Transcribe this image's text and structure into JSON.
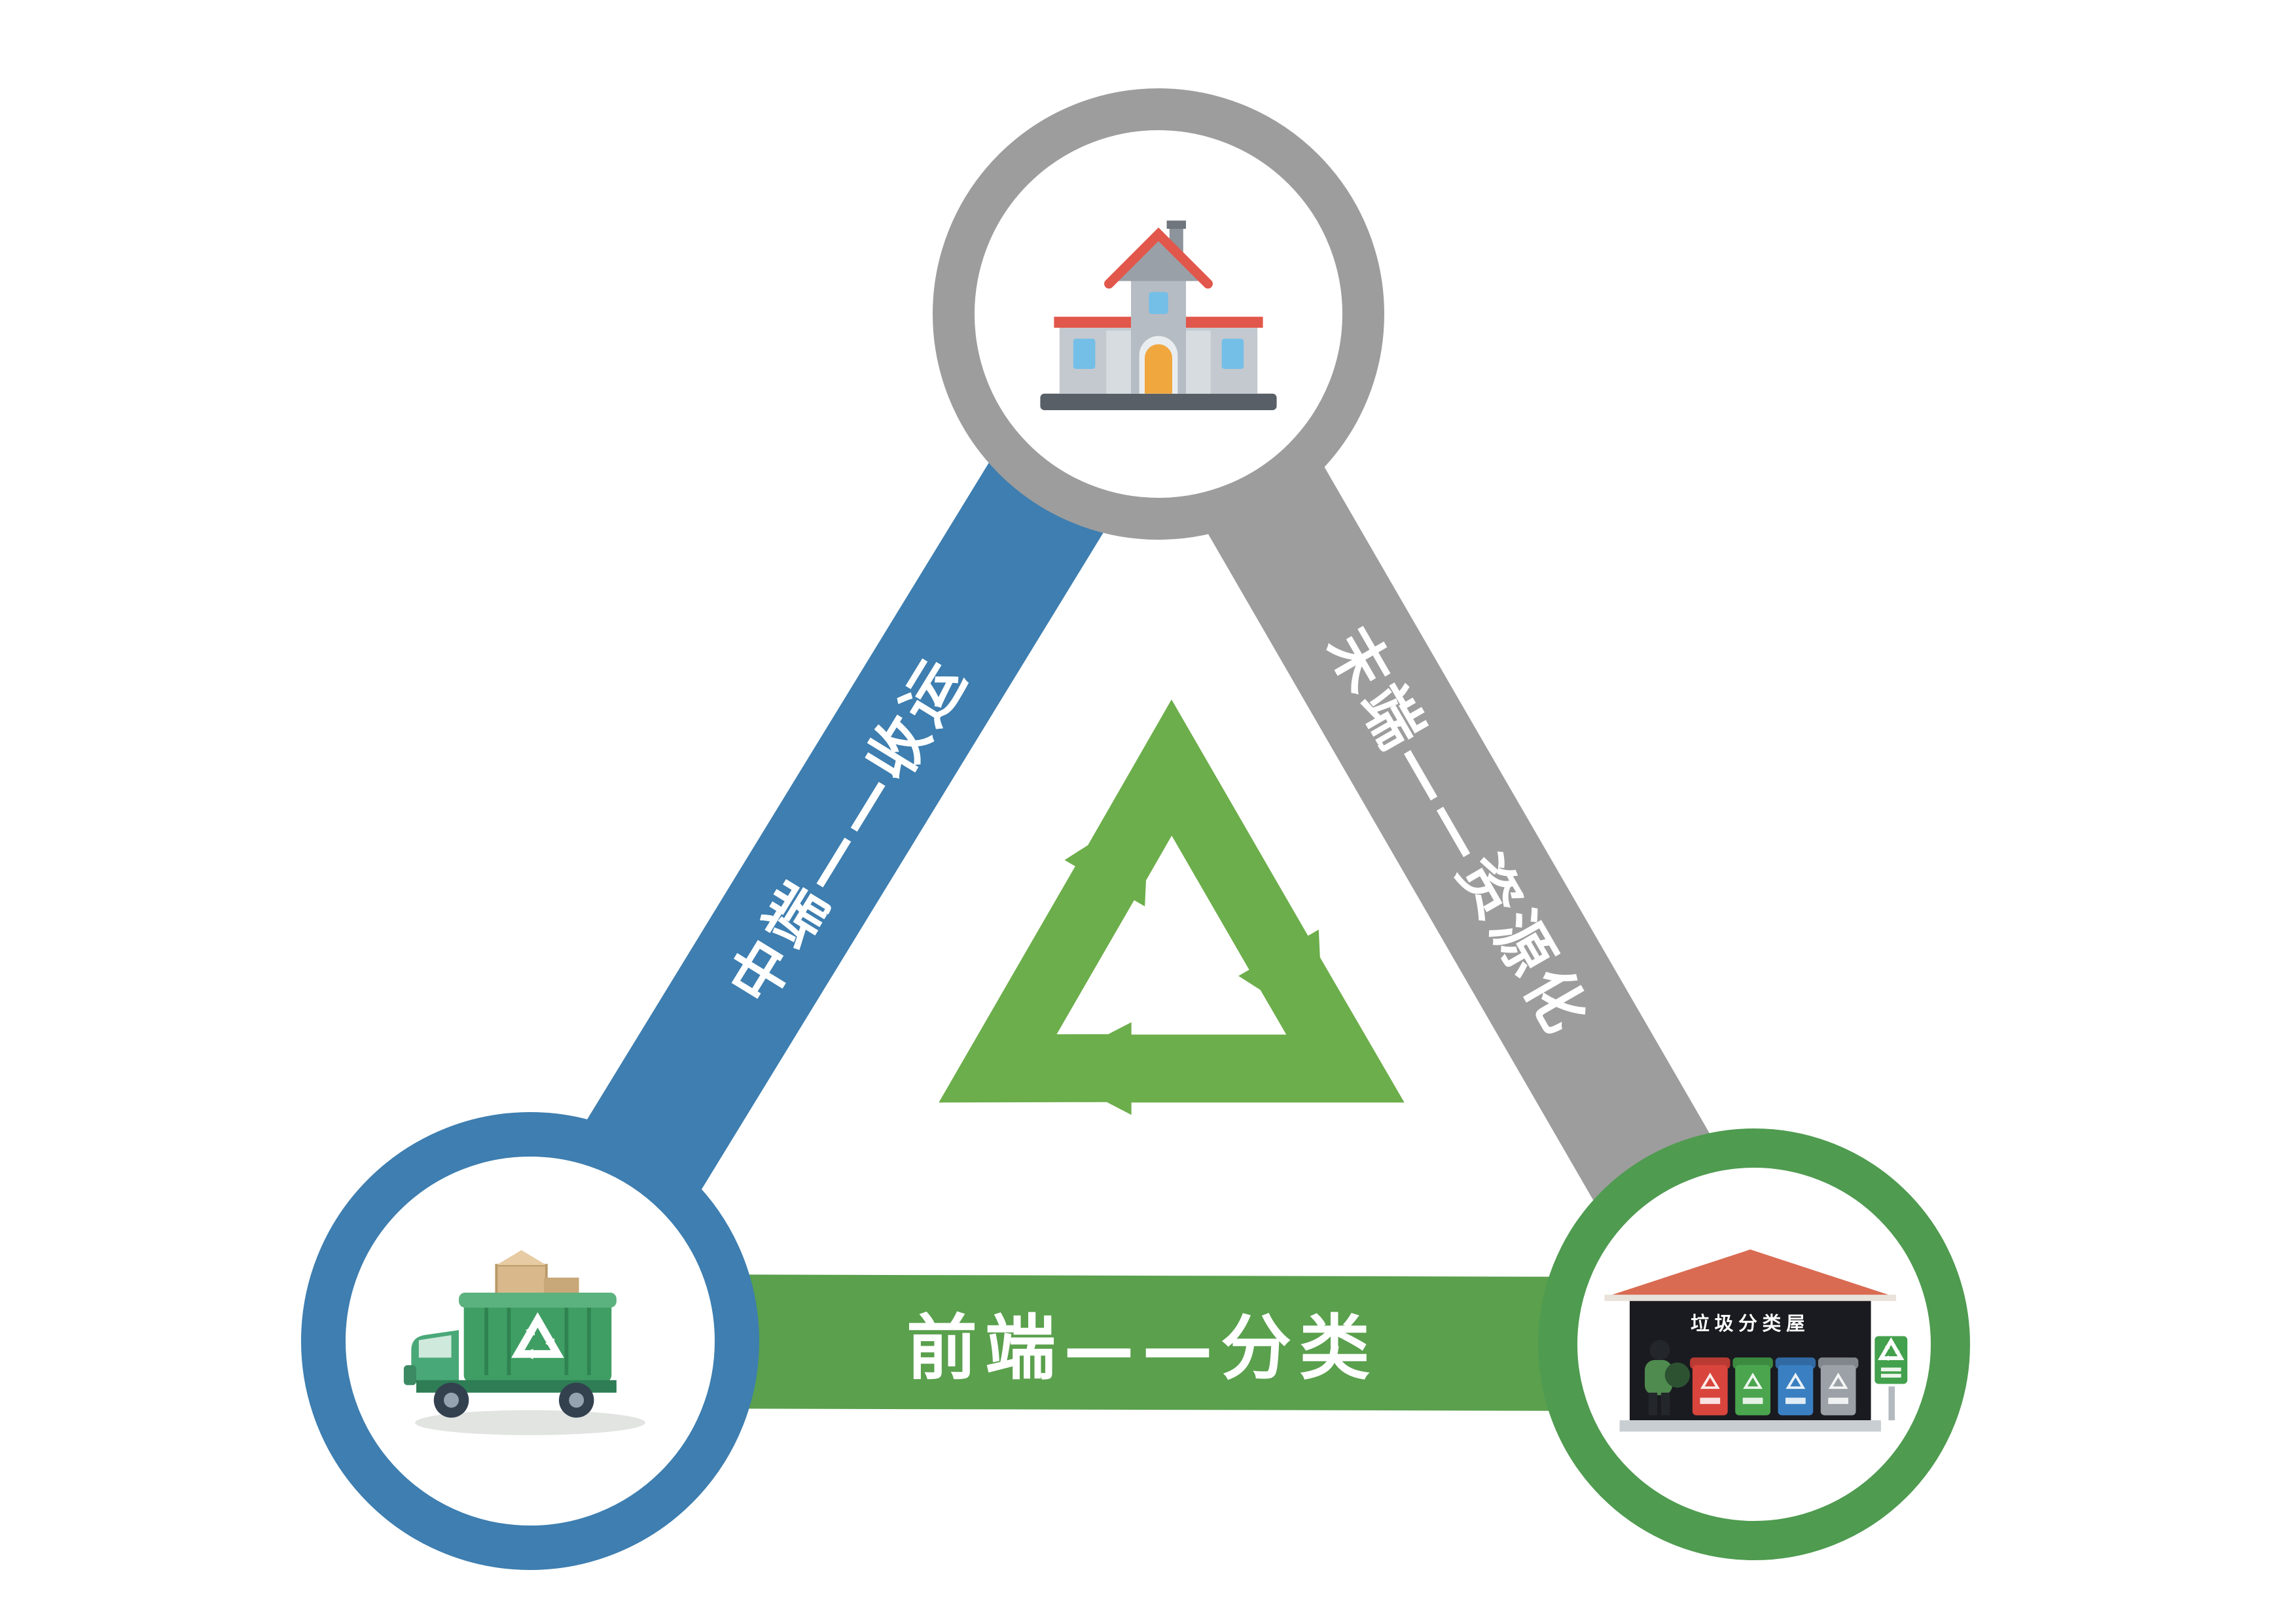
{
  "diagram": {
    "title": "",
    "edges": {
      "middle": {
        "label": "中端——收运",
        "color": "#3e7eb0"
      },
      "end": {
        "label": "末端——资源化",
        "color": "#9d9d9d"
      },
      "front": {
        "label": "前端——分类",
        "color": "#5aa04d"
      }
    },
    "nodes": {
      "plant": {
        "icon": "building-icon",
        "ring_color": "#9d9d9d"
      },
      "truck": {
        "icon": "garbage-truck-icon",
        "ring_color": "#3e7eb0"
      },
      "station": {
        "icon": "waste-sorting-house-icon",
        "ring_color": "#4f9b50",
        "sign": "垃圾分类屋"
      }
    },
    "center": {
      "icon": "recycling-symbol",
      "color": "#6cae4b"
    }
  }
}
